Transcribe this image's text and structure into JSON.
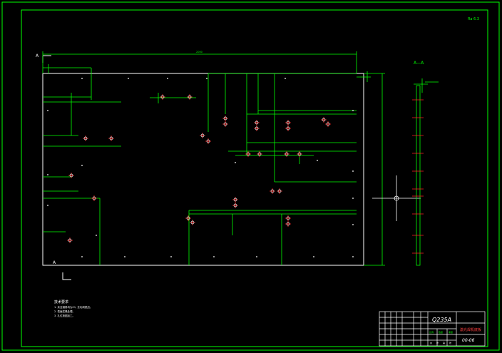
{
  "drawing": {
    "section_label": "A",
    "section_title": "A—A",
    "corner_mark": "Ra 6.3",
    "notes_title": "技术要求",
    "notes": [
      "1. 未注倒角均为C1, 去毛刺锐边。",
      "2. 表面发黑处理。",
      "3. 孔位按图加工。"
    ],
    "dim_overall": "2000",
    "hole_color": "#ff2020",
    "line_color": "#00ff00"
  },
  "title_block": {
    "material": "Q235A",
    "part_name": "激光焊机底板",
    "drawing_no": "00-06",
    "scale_cells": [
      "比例",
      "数量",
      "重量"
    ],
    "sheet_cells": [
      "共",
      "张",
      "第",
      "张"
    ]
  }
}
